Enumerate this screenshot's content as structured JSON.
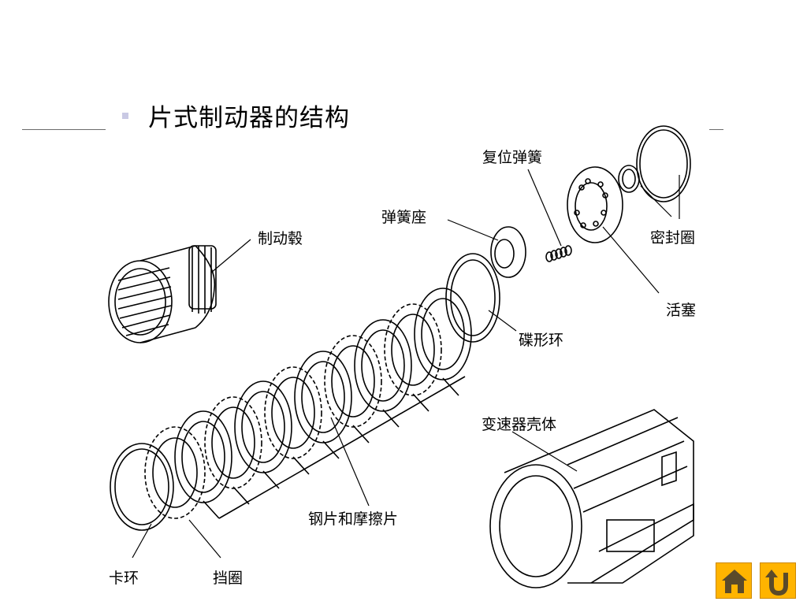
{
  "slide": {
    "title": "片式制动器的结构"
  },
  "diagram": {
    "labels": {
      "return_spring": "复位弹簧",
      "spring_seat": "弹簧座",
      "brake_hub": "制动毂",
      "seal_ring": "密封圈",
      "piston": "活塞",
      "disc_spring": "碟形环",
      "transmission_case": "变速器壳体",
      "steel_friction_plates": "钢片和摩擦片",
      "snap_ring": "卡环",
      "retainer_ring": "挡圈"
    }
  },
  "nav": {
    "home_icon": "home-icon",
    "return_icon": "return-icon",
    "accent_color": "#ffb400"
  }
}
